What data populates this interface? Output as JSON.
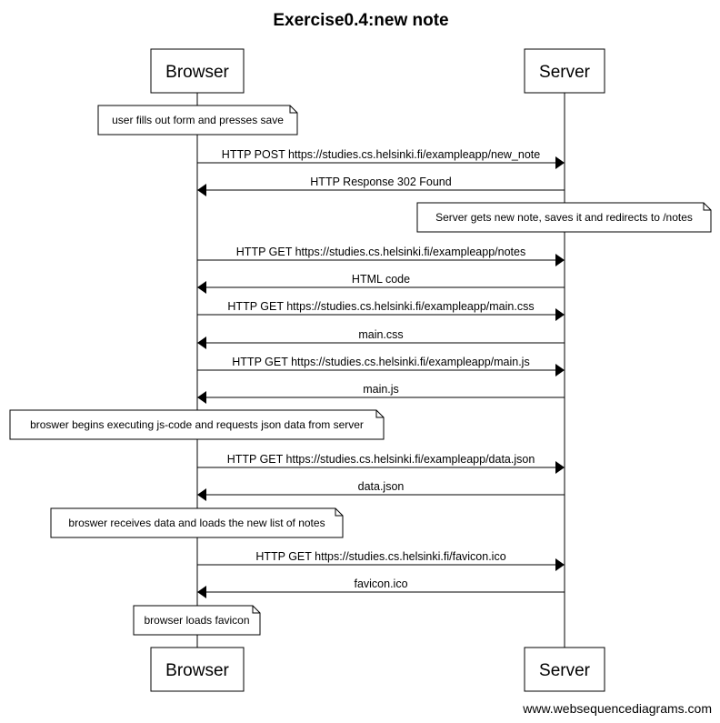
{
  "title": "Exercise0.4:new note",
  "participants": [
    {
      "id": "browser",
      "label": "Browser"
    },
    {
      "id": "server",
      "label": "Server"
    }
  ],
  "steps": [
    {
      "kind": "note",
      "over": "browser",
      "text": "user fills out form and presses save"
    },
    {
      "kind": "message",
      "from": "browser",
      "to": "server",
      "text": "HTTP POST  https://studies.cs.helsinki.fi/exampleapp/new_note"
    },
    {
      "kind": "message",
      "from": "server",
      "to": "browser",
      "text": "HTTP Response 302 Found"
    },
    {
      "kind": "note",
      "over": "server",
      "text": "Server gets new note, saves it and redirects to /notes"
    },
    {
      "kind": "message",
      "from": "browser",
      "to": "server",
      "text": "HTTP GET https://studies.cs.helsinki.fi/exampleapp/notes"
    },
    {
      "kind": "message",
      "from": "server",
      "to": "browser",
      "text": "HTML code"
    },
    {
      "kind": "message",
      "from": "browser",
      "to": "server",
      "text": "HTTP GET https://studies.cs.helsinki.fi/exampleapp/main.css"
    },
    {
      "kind": "message",
      "from": "server",
      "to": "browser",
      "text": "main.css"
    },
    {
      "kind": "message",
      "from": "browser",
      "to": "server",
      "text": "HTTP GET https://studies.cs.helsinki.fi/exampleapp/main.js"
    },
    {
      "kind": "message",
      "from": "server",
      "to": "browser",
      "text": "main.js"
    },
    {
      "kind": "note",
      "over": "browser",
      "text": "broswer begins executing js-code and requests json data from server"
    },
    {
      "kind": "message",
      "from": "browser",
      "to": "server",
      "text": "HTTP GET https://studies.cs.helsinki.fi/exampleapp/data.json"
    },
    {
      "kind": "message",
      "from": "server",
      "to": "browser",
      "text": "data.json"
    },
    {
      "kind": "note",
      "over": "browser",
      "text": "broswer receives data and loads the new list of notes"
    },
    {
      "kind": "message",
      "from": "browser",
      "to": "server",
      "text": "HTTP GET https://studies.cs.helsinki.fi/favicon.ico"
    },
    {
      "kind": "message",
      "from": "server",
      "to": "browser",
      "text": "favicon.ico"
    },
    {
      "kind": "note",
      "over": "browser",
      "text": "browser loads favicon"
    }
  ],
  "footer": "www.websequencediagrams.com"
}
